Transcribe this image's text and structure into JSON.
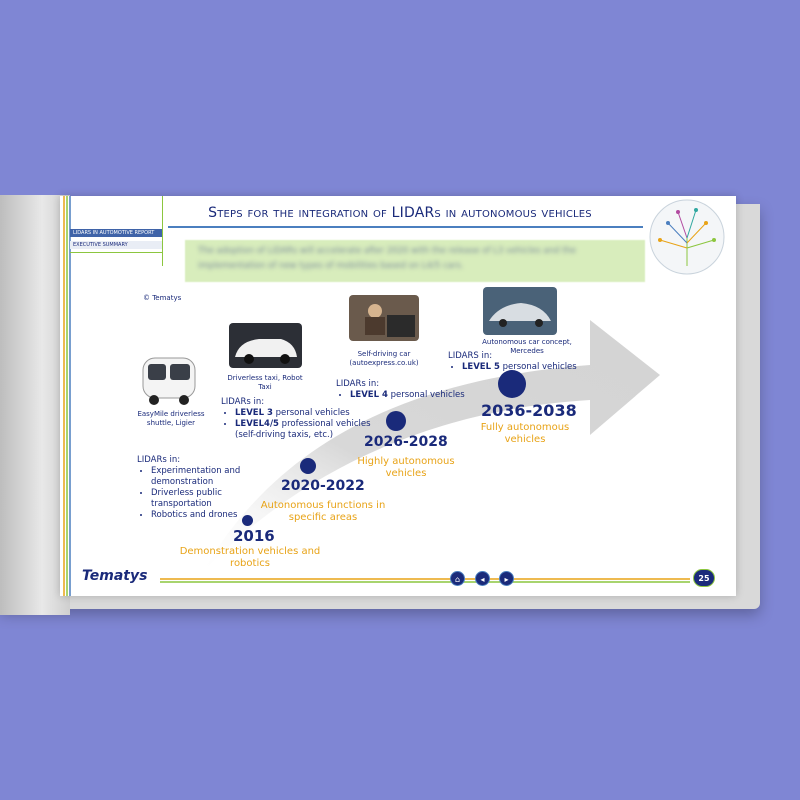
{
  "header": {
    "sidebar_top": "LIDARS IN AUTOMOTIVE REPORT",
    "sidebar_bottom": "EXECUTIVE SUMMARY",
    "title": "Steps for the integration of LIDARs in autonomous vehicles",
    "intro": "The adoption of LiDARs will accelerate after 2020 with the release of L3 vehicles and the implementation of new types of mobilities based on L4/5 cars."
  },
  "copyright": "© Tematys",
  "stages": [
    {
      "caption": "EasyMile driverless shuttle, Ligier",
      "lead": "LIDARs in:",
      "items": [
        "Experimentation and demonstration",
        "Driverless public transportation",
        "Robotics and drones"
      ],
      "year": "2016",
      "phase": "Demonstration vehicles and robotics"
    },
    {
      "caption": "Driverless taxi, Robot Taxi",
      "lead": "LIDARs in:",
      "items": [
        {
          "strong": "LEVEL 3",
          "rest": " personal vehicles"
        },
        {
          "strong": "LEVEL4/5",
          "rest": " professional vehicles (self-driving taxis, etc.)"
        }
      ],
      "year": "2020-2022",
      "phase": "Autonomous functions in specific areas"
    },
    {
      "caption": "Self-driving car (autoexpress.co.uk)",
      "lead": "LIDARs in:",
      "items": [
        {
          "strong": "LEVEL 4",
          "rest": " personal vehicles"
        }
      ],
      "year": "2026-2028",
      "phase": "Highly autonomous vehicles"
    },
    {
      "caption": "Autonomous car concept, Mercedes",
      "lead": "LIDARS in:",
      "items": [
        {
          "strong": "LEVEL 5",
          "rest": " personal vehicles"
        }
      ],
      "year": "2036-2038",
      "phase": "Fully autonomous vehicles"
    }
  ],
  "footer": {
    "brand": "Tematys",
    "page_number": "25"
  },
  "colors": {
    "navy": "#1a2a7a",
    "orange": "#e8a317",
    "green": "#8cc63f",
    "blue": "#4b7fbf",
    "background": "#7f86d4"
  }
}
